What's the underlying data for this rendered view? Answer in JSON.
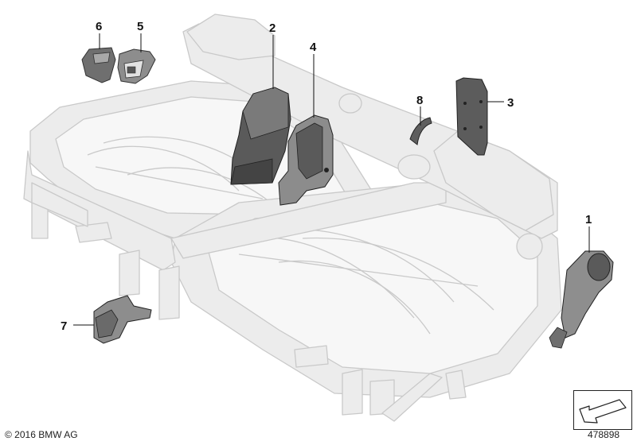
{
  "callouts": [
    {
      "id": "1",
      "label": "1"
    },
    {
      "id": "2",
      "label": "2"
    },
    {
      "id": "3",
      "label": "3"
    },
    {
      "id": "4",
      "label": "4"
    },
    {
      "id": "5",
      "label": "5"
    },
    {
      "id": "6",
      "label": "6"
    },
    {
      "id": "7",
      "label": "7"
    },
    {
      "id": "8",
      "label": "8"
    }
  ],
  "footer": {
    "copyright": "© 2016 BMW AG",
    "drawing_number": "478898"
  },
  "colors": {
    "frame_fill": "#ececec",
    "frame_stroke": "#c9c9c9",
    "part_dark": "#555555",
    "part_mid": "#8a8a8a",
    "part_light": "#b3b3b3",
    "leader": "#111111"
  },
  "icons": [
    "seat-frame-drawing",
    "navigation-arrow-icon"
  ]
}
